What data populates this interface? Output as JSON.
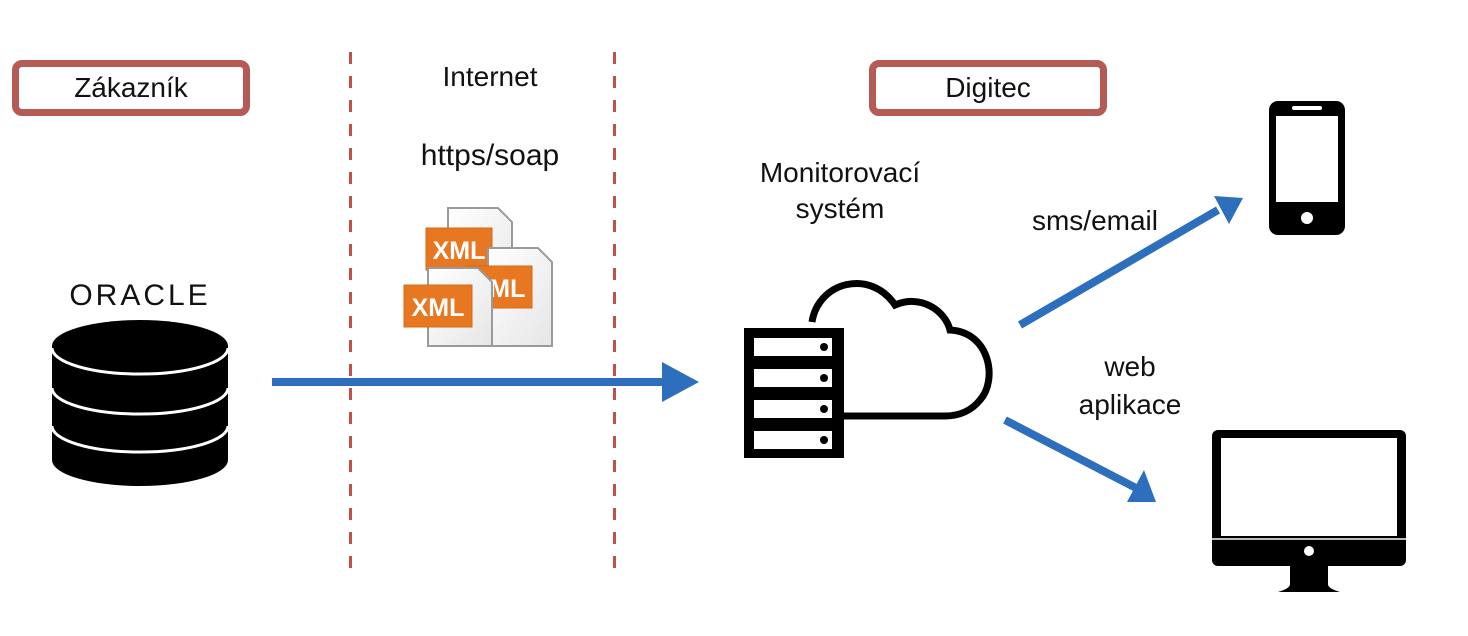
{
  "zones": {
    "customer": {
      "label": "Zákazník"
    },
    "internet": {
      "label": "Internet",
      "protocol": "https/soap"
    },
    "provider": {
      "label": "Digitec"
    }
  },
  "nodes": {
    "database": {
      "brand": "ORACLE",
      "icon": "database-icon"
    },
    "payload": {
      "doc_label": "XML",
      "icon": "xml-documents-icon"
    },
    "monitoring": {
      "title_line1": "Monitorovací",
      "title_line2": "systém",
      "icon": "server-cloud-icon"
    },
    "phone": {
      "icon": "smartphone-icon"
    },
    "desktop": {
      "icon": "desktop-monitor-icon"
    }
  },
  "edges": {
    "sms": {
      "label": "sms/email"
    },
    "web": {
      "label_line1": "web",
      "label_line2": "aplikace"
    }
  },
  "colors": {
    "arrow": "#2e6fbd",
    "boundary": "#c0504d",
    "box_border": "#b65a55",
    "xml_orange": "#e87722"
  }
}
